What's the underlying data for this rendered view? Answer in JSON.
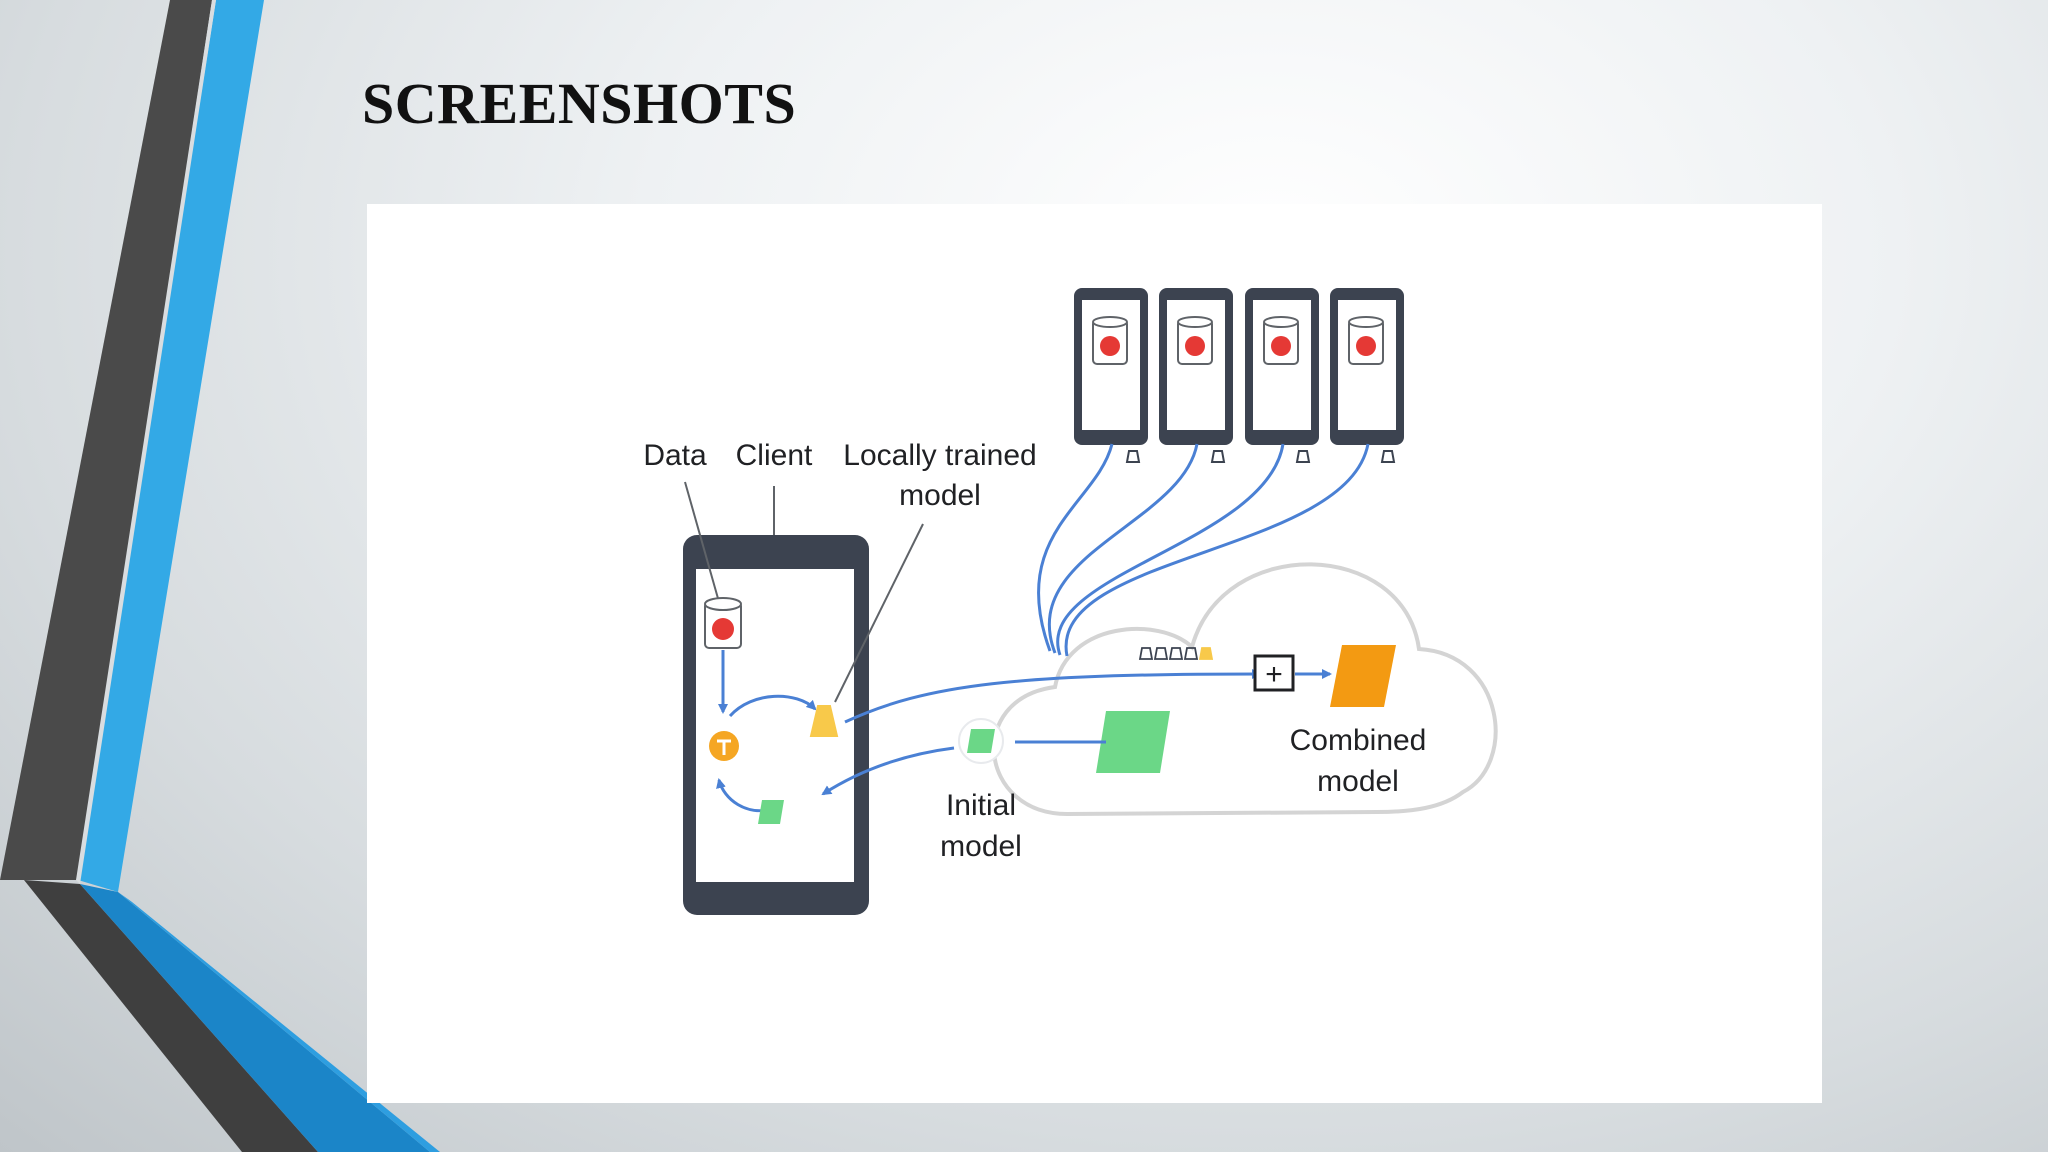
{
  "slide": {
    "title": "SCREENSHOTS"
  },
  "diagram": {
    "labels": {
      "data": "Data",
      "client": "Client",
      "locally_trained_line1": "Locally trained",
      "locally_trained_line2": "model",
      "initial_line1": "Initial",
      "initial_line2": "model",
      "combined_line1": "Combined",
      "combined_line2": "model",
      "plus": "+"
    },
    "icons": [
      "database-icon",
      "tensorflow-icon",
      "model-update-icon",
      "initial-model-icon",
      "combined-model-icon",
      "aggregate-plus-icon",
      "phone-icon",
      "cloud-icon"
    ],
    "colors": {
      "arrow_blue": "#4a80d4",
      "phone_dark": "#3c4350",
      "data_red": "#e53935",
      "update_yellow": "#f8c94a",
      "model_green": "#6bd787",
      "combined_orange": "#f39a12",
      "accent_blue": "#29a8e8",
      "accent_dark": "#3f3f3f"
    }
  }
}
